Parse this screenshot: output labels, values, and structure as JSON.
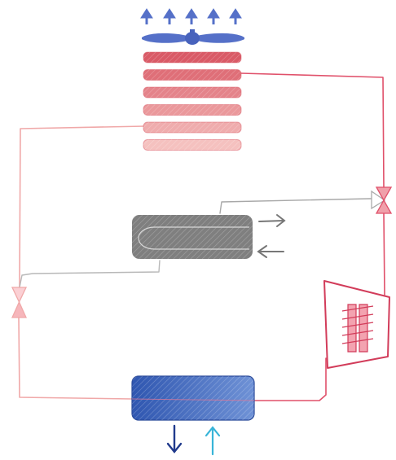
{
  "diagram": {
    "type": "refrigeration-cycle-schematic",
    "fan": {
      "airflow_arrow_count": 5,
      "icon": "fan-icon"
    },
    "condenser": {
      "fin_count": 6,
      "icon": "heat-exchanger-icon"
    },
    "compressor": {
      "icon": "compressor-icon"
    },
    "expansion_valves": {
      "count": 2,
      "icon": "valve-icon"
    },
    "internal_heat_exchanger": {
      "icon": "heat-exchanger-icon"
    },
    "evaporator": {
      "icon": "heat-exchanger-icon"
    },
    "colors": {
      "hot_line": "#e0506a",
      "warm_line": "#f0a8a8",
      "grey_line": "#a8a8a8",
      "fan_blue": "#5570c8",
      "evaporator_blue": "#3d63b8",
      "water_out_arrow": "#203a8c",
      "water_in_arrow": "#38b4d8",
      "internal_exchanger_grey": "#7f7f7f",
      "condenser_fin_dark": "#d95a66",
      "condenser_fin_light": "#f5c1bf"
    }
  }
}
